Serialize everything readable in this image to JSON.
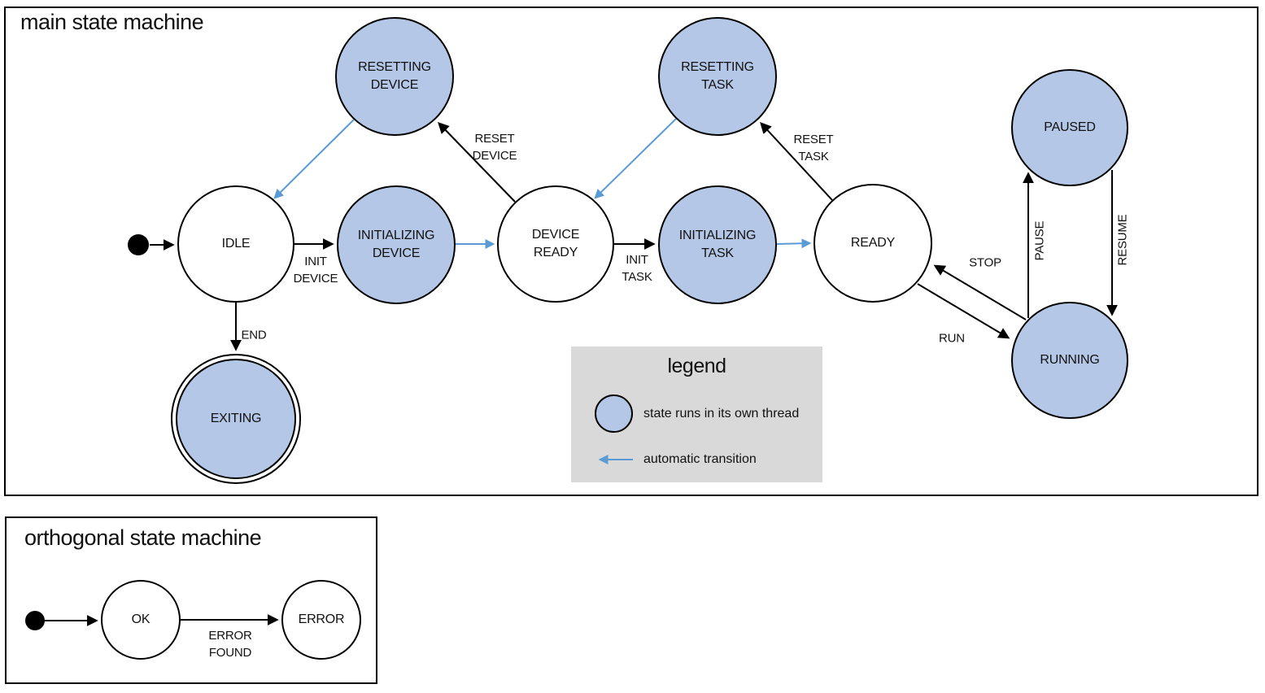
{
  "main": {
    "title": "main state machine",
    "states": {
      "idle": "IDLE",
      "resetting_device": "RESETTING\nDEVICE",
      "initializing_device": "INITIALIZING\nDEVICE",
      "device_ready": "DEVICE\nREADY",
      "resetting_task": "RESETTING\nTASK",
      "initializing_task": "INITIALIZING\nTASK",
      "ready": "READY",
      "paused": "PAUSED",
      "running": "RUNNING",
      "exiting": "EXITING"
    },
    "transitions": {
      "init_device": "INIT\nDEVICE",
      "reset_device": "RESET\nDEVICE",
      "init_task": "INIT\nTASK",
      "reset_task": "RESET\nTASK",
      "stop": "STOP",
      "run": "RUN",
      "pause": "PAUSE",
      "resume": "RESUME",
      "end": "END"
    }
  },
  "legend": {
    "title": "legend",
    "threaded_label": "state runs in its own thread",
    "automatic_label": "automatic transition"
  },
  "orthogonal": {
    "title": "orthogonal state machine",
    "states": {
      "ok": "OK",
      "error": "ERROR"
    },
    "transitions": {
      "error_found": "ERROR\nFOUND"
    }
  },
  "colors": {
    "state_fill": "#b4c7e7",
    "automatic_arrow": "#5b9bd5",
    "stroke": "#000000",
    "legend_bg": "#d9d9d9"
  }
}
